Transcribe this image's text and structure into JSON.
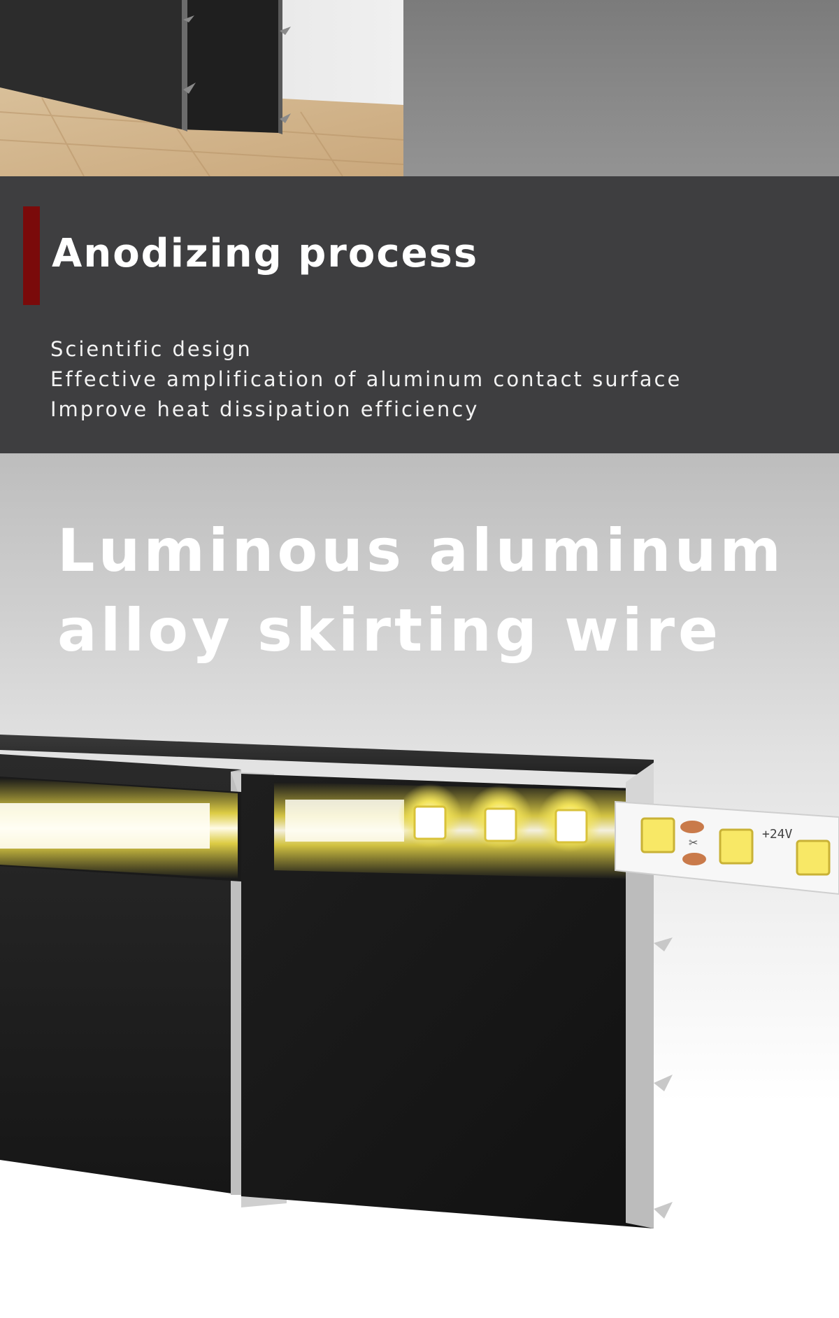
{
  "feature": {
    "title": "Anodizing process",
    "lines": [
      "Scientific design",
      "Effective amplification of aluminum contact surface",
      "Improve heat dissipation efficiency"
    ],
    "accent_color": "#7a0a0a",
    "background_color": "#3e3e40"
  },
  "hero": {
    "title_line1": "Luminous aluminum",
    "title_line2": "alloy skirting wire",
    "strip_label": "+24V"
  },
  "icons": [
    "skirting-board-photo",
    "led-strip-illustration"
  ]
}
